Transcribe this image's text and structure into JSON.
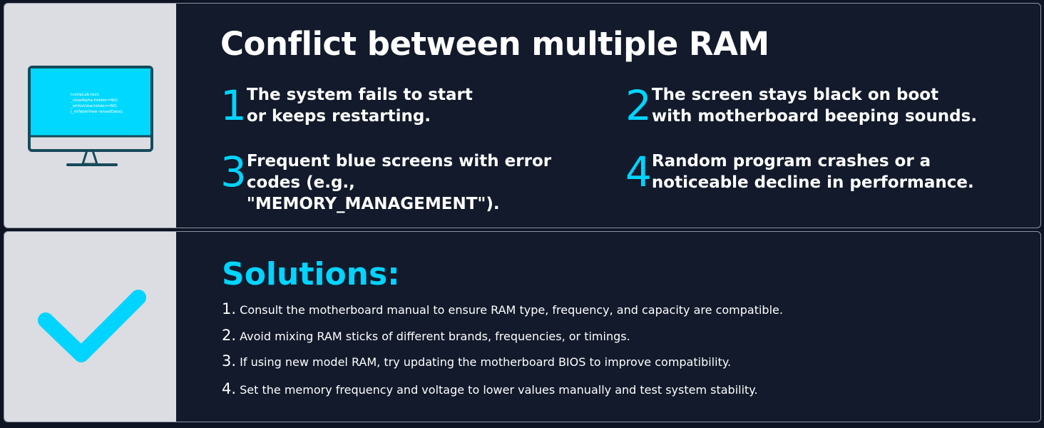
{
  "problem": {
    "title": "Conflict between multiple RAM",
    "icon": "monitor-icon",
    "screen_code": [
      "tvoUpLab.text;",
      "_viewAlpha.hidden=NO;",
      "_whiteView.hidden=NO;",
      "[_mTableView reloadData];"
    ],
    "symptoms": [
      {
        "num": "1",
        "text": "The system fails to start or keeps restarting."
      },
      {
        "num": "2",
        "text": "The screen stays black on boot with motherboard beeping sounds."
      },
      {
        "num": "3",
        "text": "Frequent blue screens with error codes (e.g., \"MEMORY_MANAGEMENT\")."
      },
      {
        "num": "4",
        "text": "Random program crashes or a noticeable decline in performance."
      }
    ]
  },
  "solutions": {
    "title": "Solutions:",
    "icon": "checkmark-icon",
    "items": [
      {
        "num": "1.",
        "text": "Consult the motherboard manual to ensure RAM type, frequency, and capacity are compatible."
      },
      {
        "num": "2.",
        "text": "Avoid mixing RAM sticks of different brands, frequencies, or timings."
      },
      {
        "num": "3.",
        "text": "If using new model RAM, try updating the motherboard BIOS to improve compatibility."
      },
      {
        "num": "4.",
        "text": "Set the memory frequency and voltage to lower values manually and test system stability."
      }
    ]
  },
  "colors": {
    "accent": "#00d4ff",
    "background": "#121a2b",
    "side_panel": "#dcdde2",
    "monitor_frame": "#164a5a"
  }
}
